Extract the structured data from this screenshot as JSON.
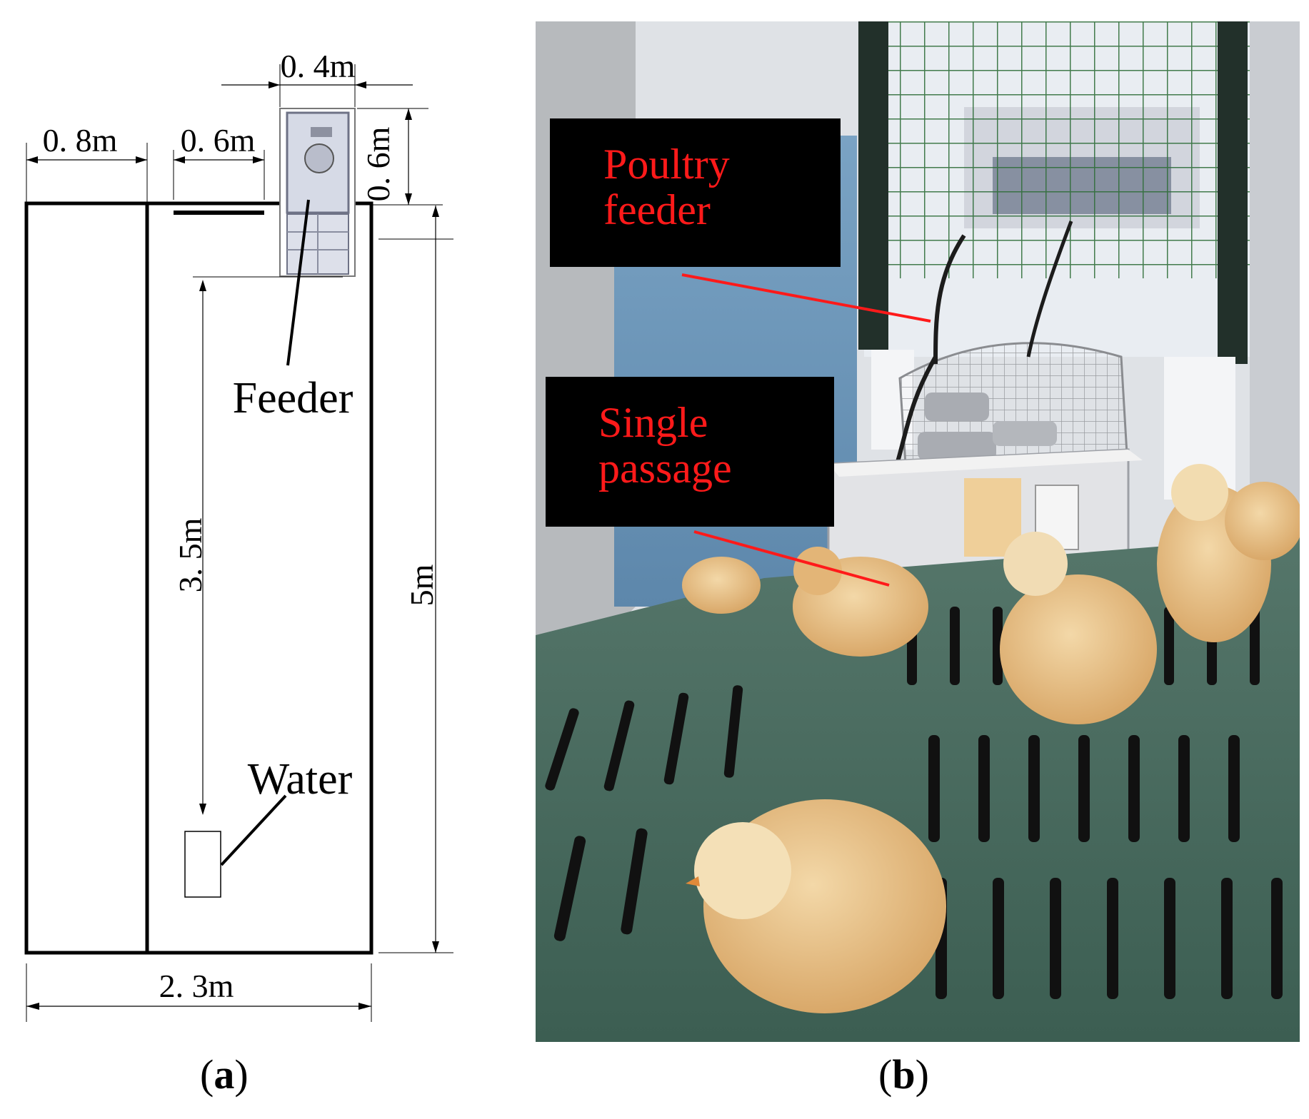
{
  "panel_a": {
    "caption": {
      "open": "(",
      "letter": "a",
      "close": ")"
    },
    "dims": {
      "top_width": "0. 4m",
      "left_corridor": "0. 8m",
      "feeder_offset": "0. 6m",
      "feeder_depth": "0. 6m",
      "feeder_to_water": "3. 5m",
      "total_length": "5m",
      "total_width": "2. 3m"
    },
    "labels": {
      "feeder": "Feeder",
      "water": "Water"
    }
  },
  "panel_b": {
    "caption": {
      "open": "(",
      "letter": "b",
      "close": ")"
    },
    "labels": {
      "poultry_feeder_line1": "Poultry",
      "poultry_feeder_line2": "feeder",
      "single_passage_line1": "Single",
      "single_passage_line2": "passage"
    },
    "colors": {
      "label_text": "#ff1a1a",
      "label_box": "#000000",
      "pointer": "#ff1a1a"
    }
  }
}
